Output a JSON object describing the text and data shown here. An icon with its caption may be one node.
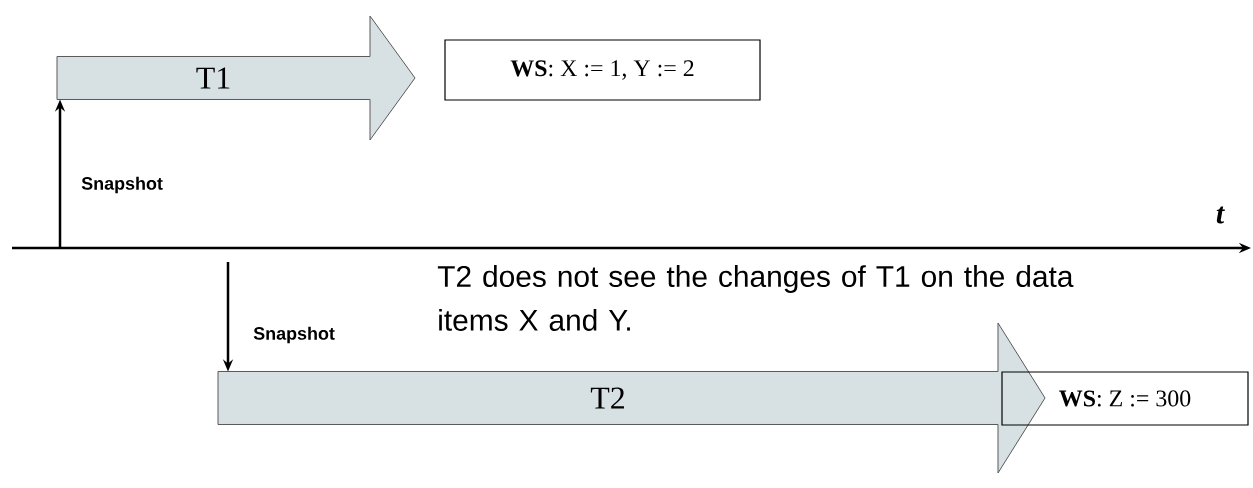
{
  "diagram": {
    "nodes": [
      {
        "text": [
          "T1"
        ]
      },
      {
        "text": [
          "**WS**: X := 1, Y := 2"
        ]
      },
      {
        "text": [
          "T2"
        ]
      },
      {
        "text": [
          "**WS**: Z := 300"
        ]
      }
    ],
    "edges": [
      {
        "from": null,
        "to": 0,
        "arrow": "to",
        "label": "Snapshot"
      },
      {
        "from": null,
        "to": 2,
        "arrow": "to",
        "label": "Snapshot"
      }
    ],
    "labels": [
      "t",
      "T2 does not see the changes of T1 on the data items X and Y."
    ]
  }
}
